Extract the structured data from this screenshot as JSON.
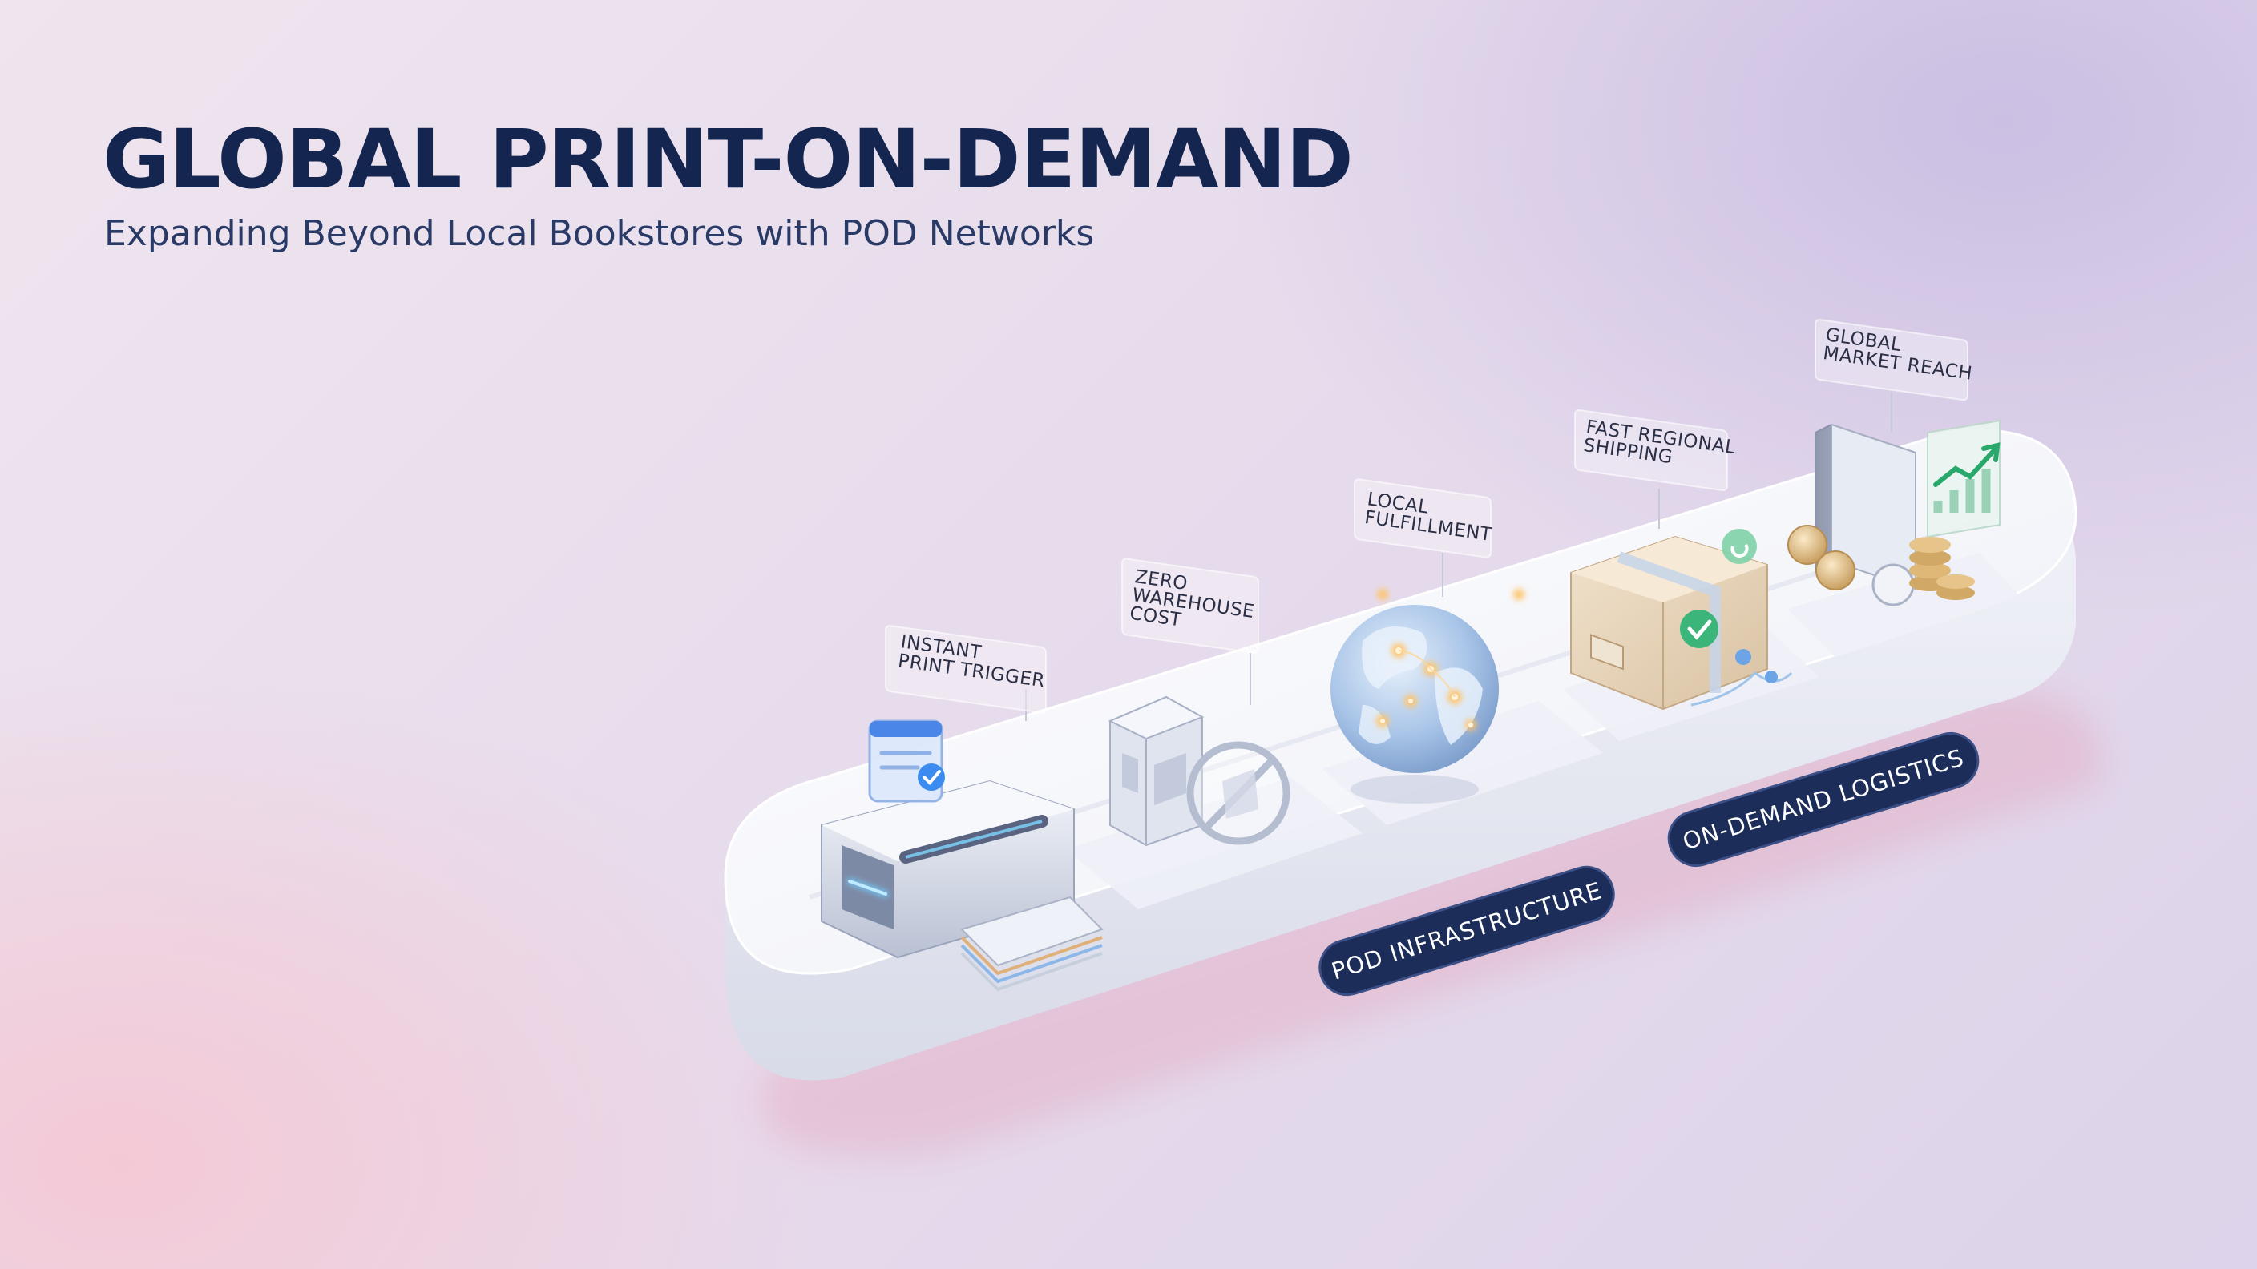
{
  "header": {
    "title": "GLOBAL PRINT-ON-DEMAND",
    "subtitle": "Expanding Beyond Local Bookstores with POD Networks"
  },
  "stages": [
    {
      "id": "print",
      "label_lines": [
        "INSTANT",
        "PRINT TRIGGER"
      ],
      "icon": "printer-icon"
    },
    {
      "id": "warehouse",
      "label_lines": [
        "ZERO",
        "WAREHOUSE",
        "COST"
      ],
      "icon": "no-warehouse-icon"
    },
    {
      "id": "fulfillment",
      "label_lines": [
        "LOCAL",
        "FULFILLMENT"
      ],
      "icon": "globe-icon"
    },
    {
      "id": "shipping",
      "label_lines": [
        "FAST REGIONAL",
        "SHIPPING"
      ],
      "icon": "package-icon"
    },
    {
      "id": "market",
      "label_lines": [
        "GLOBAL",
        "MARKET REACH"
      ],
      "icon": "growth-chart-icon"
    }
  ],
  "pills": [
    {
      "id": "infrastructure",
      "label": "POD INFRASTRUCTURE"
    },
    {
      "id": "logistics",
      "label": "ON-DEMAND LOGISTICS"
    }
  ],
  "colors": {
    "navy": "#14254f",
    "pill": "#1d2d5a",
    "accent_blue": "#5aa8f0",
    "accent_green": "#3bb57a"
  }
}
